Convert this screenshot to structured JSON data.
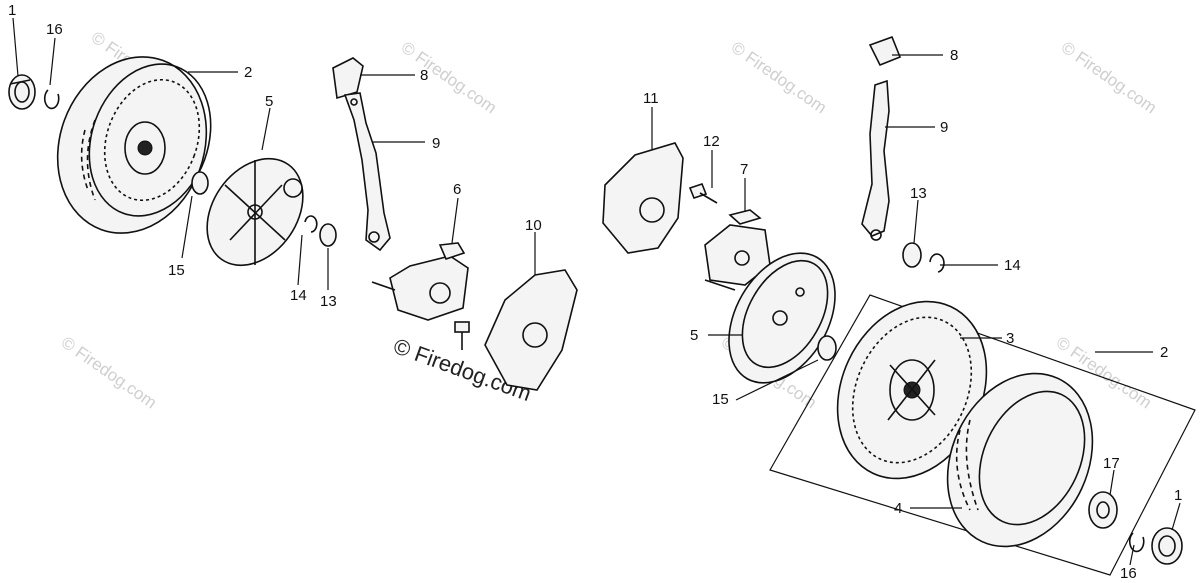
{
  "watermark_text": "© Firedog.com",
  "callouts": [
    {
      "id": "c1",
      "text": "1"
    },
    {
      "id": "c2",
      "text": "16"
    },
    {
      "id": "c3",
      "text": "2"
    },
    {
      "id": "c4",
      "text": "5"
    },
    {
      "id": "c5",
      "text": "8"
    },
    {
      "id": "c6",
      "text": "9"
    },
    {
      "id": "c7",
      "text": "6"
    },
    {
      "id": "c8",
      "text": "10"
    },
    {
      "id": "c9",
      "text": "15"
    },
    {
      "id": "c10",
      "text": "14"
    },
    {
      "id": "c11",
      "text": "13"
    },
    {
      "id": "c12",
      "text": "11"
    },
    {
      "id": "c13",
      "text": "12"
    },
    {
      "id": "c14",
      "text": "7"
    },
    {
      "id": "c15",
      "text": "8"
    },
    {
      "id": "c16",
      "text": "9"
    },
    {
      "id": "c17",
      "text": "13"
    },
    {
      "id": "c18",
      "text": "14"
    },
    {
      "id": "c19",
      "text": "5"
    },
    {
      "id": "c20",
      "text": "3"
    },
    {
      "id": "c21",
      "text": "2"
    },
    {
      "id": "c22",
      "text": "15"
    },
    {
      "id": "c23",
      "text": "17"
    },
    {
      "id": "c24",
      "text": "4"
    },
    {
      "id": "c25",
      "text": "1"
    },
    {
      "id": "c26",
      "text": "16"
    }
  ]
}
